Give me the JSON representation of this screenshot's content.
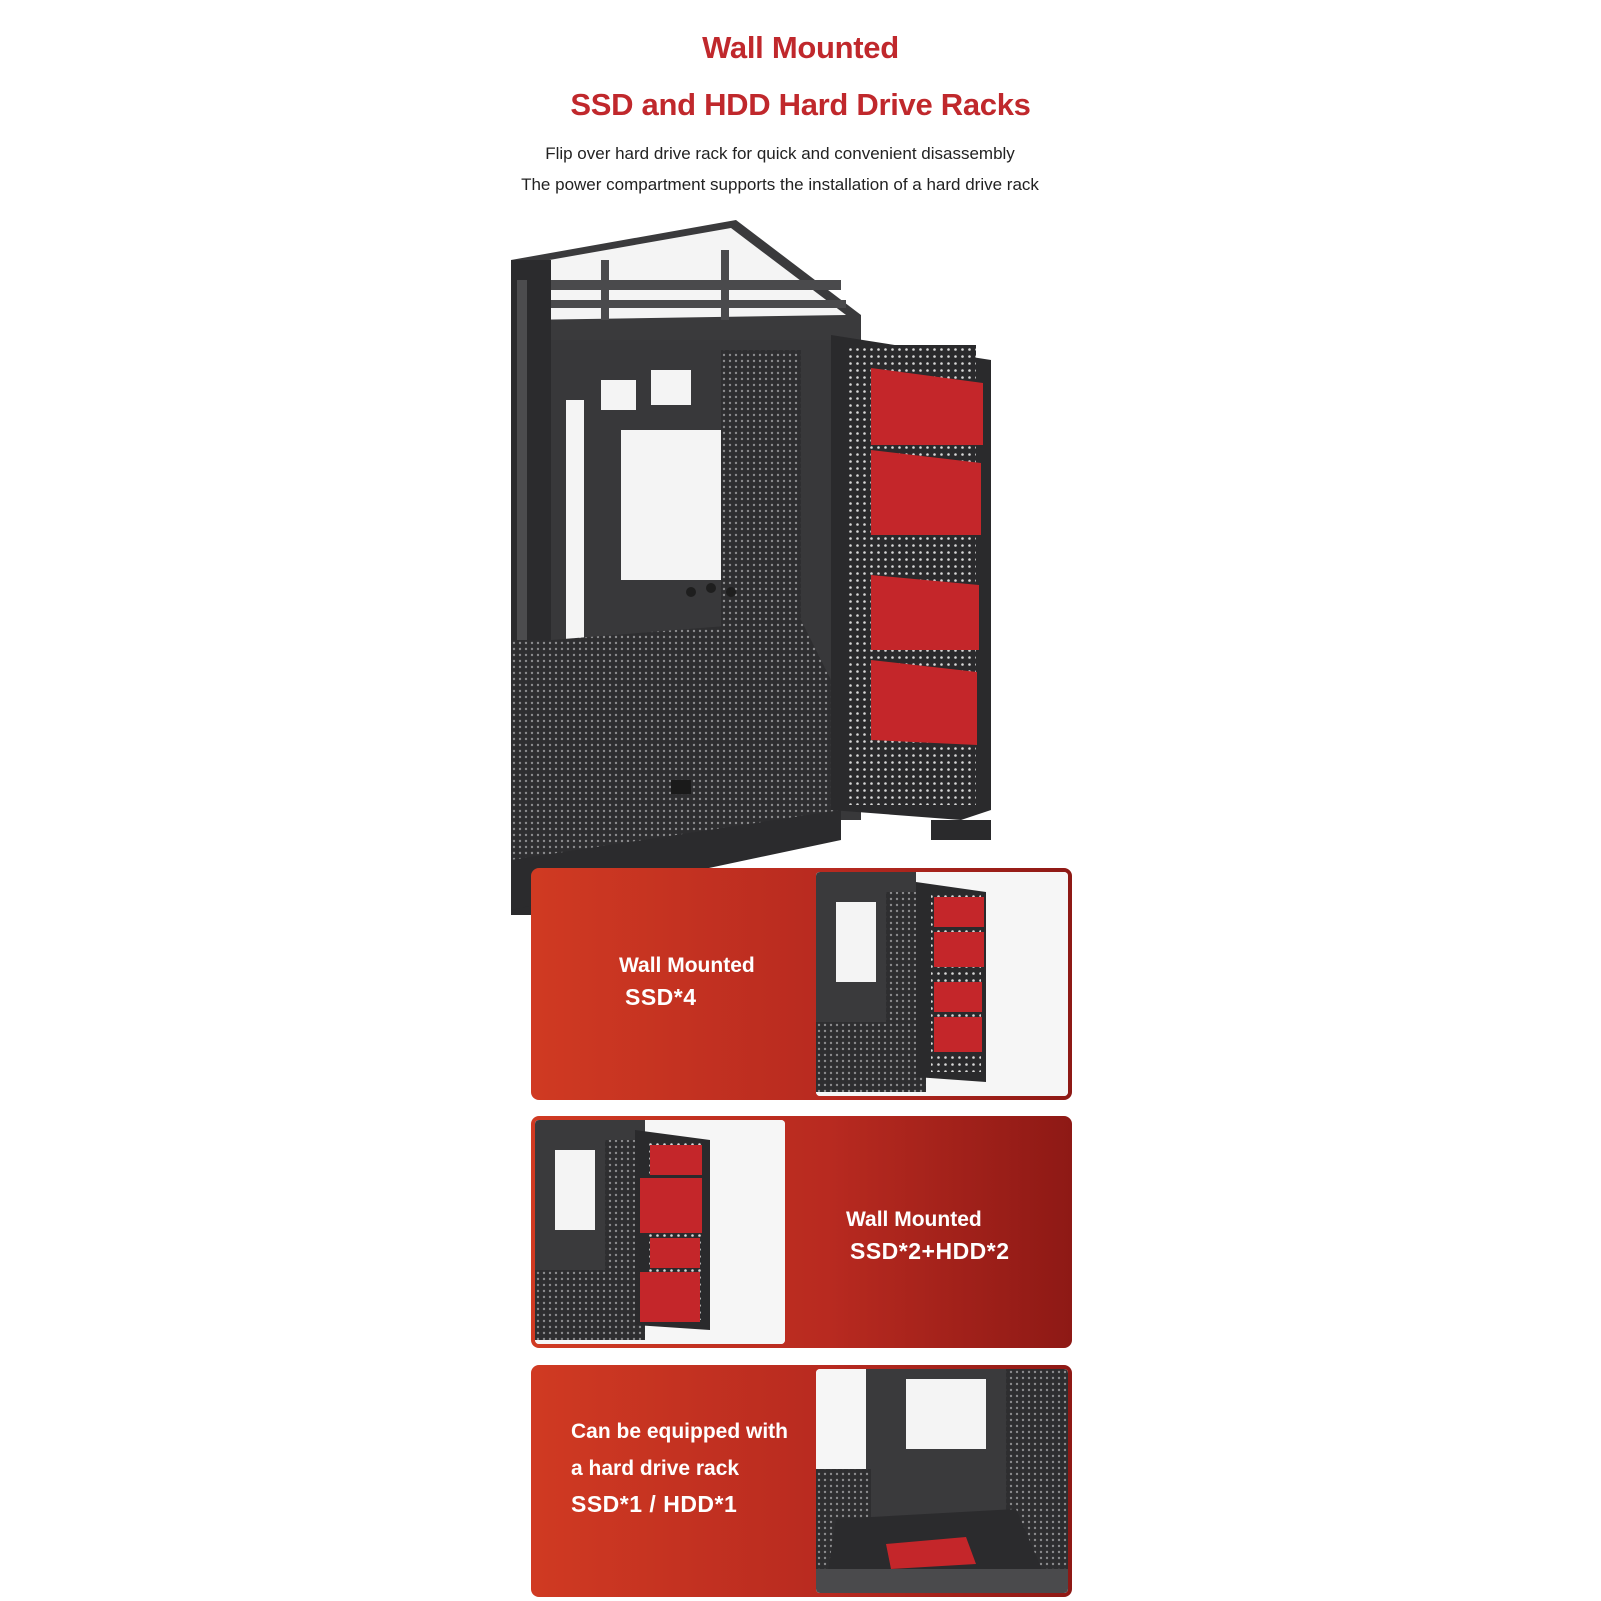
{
  "header": {
    "title_line1": "Wall Mounted",
    "title_line2": "SSD and HDD Hard Drive Racks",
    "desc_line1": "Flip over hard drive rack for quick and convenient disassembly",
    "desc_line2": "The power compartment supports the installation of a hard drive rack"
  },
  "panels": [
    {
      "heading": "Wall Mounted",
      "sub": "SSD*4"
    },
    {
      "heading": "Wall Mounted",
      "sub": "SSD*2+HDD*2"
    },
    {
      "heading_line1": "Can be equipped with",
      "heading_line2": "a hard drive rack",
      "sub": "SSD*1 / HDD*1"
    }
  ],
  "colors": {
    "title_red": "#c0282c",
    "panel_red": "#c9321f",
    "drive_red": "#c4262a",
    "chassis_dark": "#2b2b2d"
  }
}
